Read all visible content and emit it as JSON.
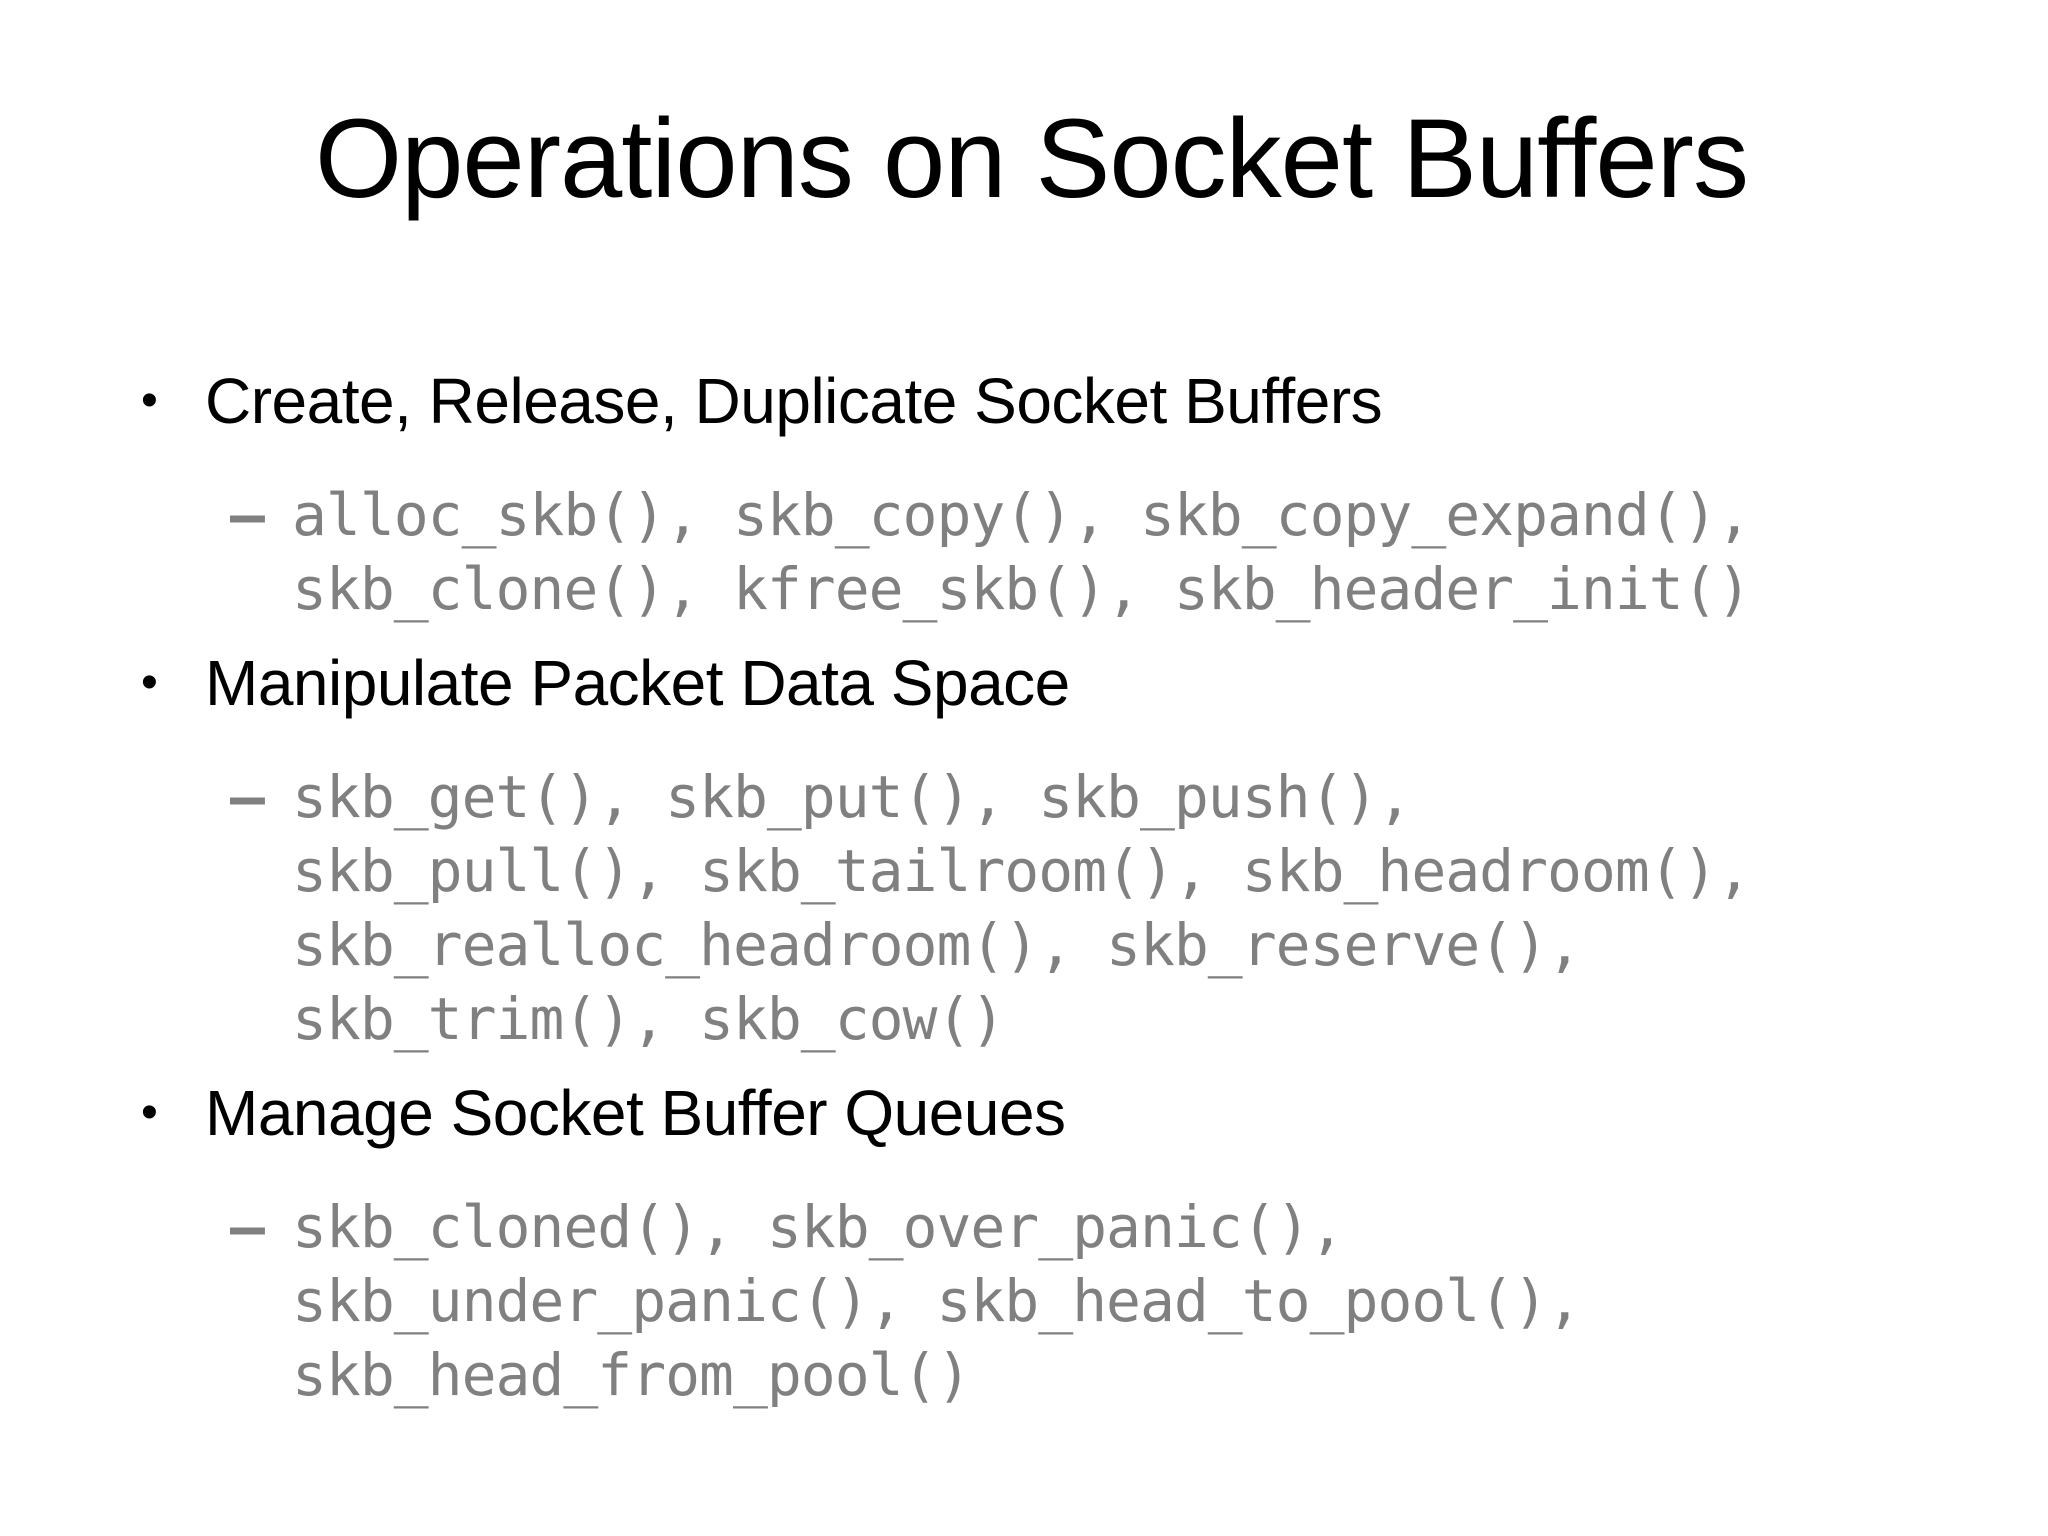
{
  "slide": {
    "title": "Operations on Socket Buffers",
    "bullet_char": "•",
    "dash_char": "–",
    "colors": {
      "background": "#ffffff",
      "heading_text": "#000000",
      "code_text": "#808080"
    },
    "sections": [
      {
        "heading": "Create, Release, Duplicate Socket Buffers",
        "code_lines": [
          "alloc_skb(), skb_copy(), skb_copy_expand(),",
          "skb_clone(), kfree_skb(), skb_header_init()"
        ]
      },
      {
        "heading": "Manipulate Packet Data Space",
        "code_lines": [
          "skb_get(), skb_put(), skb_push(),",
          "skb_pull(), skb_tailroom(), skb_headroom(),",
          "skb_realloc_headroom(), skb_reserve(),",
          "skb_trim(), skb_cow()"
        ]
      },
      {
        "heading": "Manage Socket Buffer Queues",
        "code_lines": [
          "skb_cloned(), skb_over_panic(),",
          "skb_under_panic(), skb_head_to_pool(),",
          "skb_head_from_pool()"
        ]
      }
    ]
  }
}
